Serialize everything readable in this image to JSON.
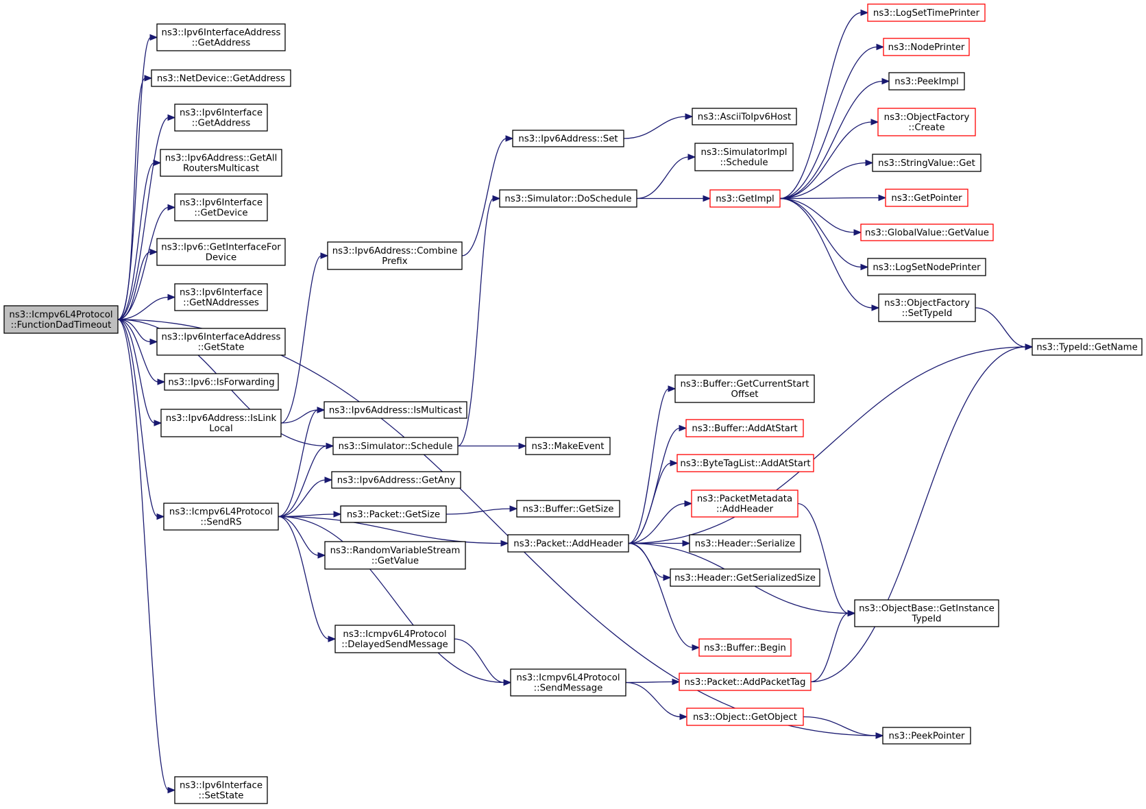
{
  "colors": {
    "edge": "#191970",
    "root_fill": "#bfbfbf",
    "red_border": "#ff0000",
    "black_border": "#000000"
  },
  "nodes": [
    {
      "id": "root",
      "lines": [
        "ns3::Icmpv6L4Protocol",
        "::FunctionDadTimeout"
      ],
      "style": "root"
    },
    {
      "id": "ifaddr_getaddress",
      "lines": [
        "ns3::Ipv6InterfaceAddress",
        "::GetAddress"
      ],
      "style": "black"
    },
    {
      "id": "netdevice_getaddress",
      "lines": [
        "ns3::NetDevice::GetAddress"
      ],
      "style": "black"
    },
    {
      "id": "iface_getaddress",
      "lines": [
        "ns3::Ipv6Interface",
        "::GetAddress"
      ],
      "style": "black"
    },
    {
      "id": "addr_getallrouters",
      "lines": [
        "ns3::Ipv6Address::GetAll",
        "RoutersMulticast"
      ],
      "style": "black"
    },
    {
      "id": "iface_getdevice",
      "lines": [
        "ns3::Ipv6Interface",
        "::GetDevice"
      ],
      "style": "black"
    },
    {
      "id": "ipv6_getinterfacefordevice",
      "lines": [
        "ns3::Ipv6::GetInterfaceFor",
        "Device"
      ],
      "style": "black"
    },
    {
      "id": "iface_getnaddresses",
      "lines": [
        "ns3::Ipv6Interface",
        "::GetNAddresses"
      ],
      "style": "black"
    },
    {
      "id": "ifaddr_getstate",
      "lines": [
        "ns3::Ipv6InterfaceAddress",
        "::GetState"
      ],
      "style": "black"
    },
    {
      "id": "ipv6_isforwarding",
      "lines": [
        "ns3::Ipv6::IsForwarding"
      ],
      "style": "black"
    },
    {
      "id": "addr_islinklocal",
      "lines": [
        "ns3::Ipv6Address::IsLink",
        "Local"
      ],
      "style": "black"
    },
    {
      "id": "icmp_sendrs",
      "lines": [
        "ns3::Icmpv6L4Protocol",
        "::SendRS"
      ],
      "style": "black"
    },
    {
      "id": "iface_setstate",
      "lines": [
        "ns3::Ipv6Interface",
        "::SetState"
      ],
      "style": "black"
    },
    {
      "id": "addr_combineprefix",
      "lines": [
        "ns3::Ipv6Address::Combine",
        "Prefix"
      ],
      "style": "black"
    },
    {
      "id": "addr_ismulticast",
      "lines": [
        "ns3::Ipv6Address::IsMulticast"
      ],
      "style": "black"
    },
    {
      "id": "sim_schedule",
      "lines": [
        "ns3::Simulator::Schedule"
      ],
      "style": "black"
    },
    {
      "id": "addr_getany",
      "lines": [
        "ns3::Ipv6Address::GetAny"
      ],
      "style": "black"
    },
    {
      "id": "packet_getsize",
      "lines": [
        "ns3::Packet::GetSize"
      ],
      "style": "black"
    },
    {
      "id": "rvs_getvalue",
      "lines": [
        "ns3::RandomVariableStream",
        "::GetValue"
      ],
      "style": "black"
    },
    {
      "id": "icmp_delayedsend",
      "lines": [
        "ns3::Icmpv6L4Protocol",
        "::DelayedSendMessage"
      ],
      "style": "black"
    },
    {
      "id": "addr_set",
      "lines": [
        "ns3::Ipv6Address::Set"
      ],
      "style": "black"
    },
    {
      "id": "sim_doschedule",
      "lines": [
        "ns3::Simulator::DoSchedule"
      ],
      "style": "black"
    },
    {
      "id": "makeevent",
      "lines": [
        "ns3::MakeEvent"
      ],
      "style": "black"
    },
    {
      "id": "buffer_getsize",
      "lines": [
        "ns3::Buffer::GetSize"
      ],
      "style": "black"
    },
    {
      "id": "packet_addheader",
      "lines": [
        "ns3::Packet::AddHeader"
      ],
      "style": "black"
    },
    {
      "id": "icmp_sendmessage",
      "lines": [
        "ns3::Icmpv6L4Protocol",
        "::SendMessage"
      ],
      "style": "black"
    },
    {
      "id": "asciitoipv6host",
      "lines": [
        "ns3::AsciiToIpv6Host"
      ],
      "style": "black"
    },
    {
      "id": "simimpl_schedule",
      "lines": [
        "ns3::SimulatorImpl",
        "::Schedule"
      ],
      "style": "black"
    },
    {
      "id": "getimpl",
      "lines": [
        "ns3::GetImpl"
      ],
      "style": "red"
    },
    {
      "id": "buffer_getcurrentstartoffset",
      "lines": [
        "ns3::Buffer::GetCurrentStart",
        "Offset"
      ],
      "style": "black"
    },
    {
      "id": "buffer_addatstart",
      "lines": [
        "ns3::Buffer::AddAtStart"
      ],
      "style": "red"
    },
    {
      "id": "bytetaglist_addatstart",
      "lines": [
        "ns3::ByteTagList::AddAtStart"
      ],
      "style": "red"
    },
    {
      "id": "pktmeta_addheader",
      "lines": [
        "ns3::PacketMetadata",
        "::AddHeader"
      ],
      "style": "red"
    },
    {
      "id": "header_serialize",
      "lines": [
        "ns3::Header::Serialize"
      ],
      "style": "black"
    },
    {
      "id": "header_getserializedsize",
      "lines": [
        "ns3::Header::GetSerializedSize"
      ],
      "style": "black"
    },
    {
      "id": "buffer_begin",
      "lines": [
        "ns3::Buffer::Begin"
      ],
      "style": "red"
    },
    {
      "id": "packet_addpackettag",
      "lines": [
        "ns3::Packet::AddPacketTag"
      ],
      "style": "red"
    },
    {
      "id": "object_getobject",
      "lines": [
        "ns3::Object::GetObject"
      ],
      "style": "red"
    },
    {
      "id": "logsettimeprinter",
      "lines": [
        "ns3::LogSetTimePrinter"
      ],
      "style": "red"
    },
    {
      "id": "nodeprinter",
      "lines": [
        "ns3::NodePrinter"
      ],
      "style": "red"
    },
    {
      "id": "peekimpl",
      "lines": [
        "ns3::PeekImpl"
      ],
      "style": "black"
    },
    {
      "id": "objfactory_create",
      "lines": [
        "ns3::ObjectFactory",
        "::Create"
      ],
      "style": "red"
    },
    {
      "id": "stringvalue_get",
      "lines": [
        "ns3::StringValue::Get"
      ],
      "style": "black"
    },
    {
      "id": "getpointer",
      "lines": [
        "ns3::GetPointer"
      ],
      "style": "red"
    },
    {
      "id": "globalvalue_getvalue",
      "lines": [
        "ns3::GlobalValue::GetValue"
      ],
      "style": "red"
    },
    {
      "id": "logsetnodeprinter",
      "lines": [
        "ns3::LogSetNodePrinter"
      ],
      "style": "black"
    },
    {
      "id": "objfactory_settypeid",
      "lines": [
        "ns3::ObjectFactory",
        "::SetTypeId"
      ],
      "style": "black"
    },
    {
      "id": "typeid_getname",
      "lines": [
        "ns3::TypeId::GetName"
      ],
      "style": "black"
    },
    {
      "id": "objbase_getinstancetypeid",
      "lines": [
        "ns3::ObjectBase::GetInstance",
        "TypeId"
      ],
      "style": "black"
    },
    {
      "id": "peekpointer",
      "lines": [
        "ns3::PeekPointer"
      ],
      "style": "black"
    }
  ],
  "edges": [
    [
      "root",
      "ifaddr_getaddress"
    ],
    [
      "root",
      "netdevice_getaddress"
    ],
    [
      "root",
      "iface_getaddress"
    ],
    [
      "root",
      "addr_getallrouters"
    ],
    [
      "root",
      "iface_getdevice"
    ],
    [
      "root",
      "ipv6_getinterfacefordevice"
    ],
    [
      "root",
      "iface_getnaddresses"
    ],
    [
      "root",
      "ifaddr_getstate"
    ],
    [
      "root",
      "ipv6_isforwarding"
    ],
    [
      "root",
      "addr_islinklocal"
    ],
    [
      "root",
      "sim_schedule"
    ],
    [
      "root",
      "icmp_sendrs"
    ],
    [
      "root",
      "peekpointer"
    ],
    [
      "root",
      "iface_setstate"
    ],
    [
      "addr_islinklocal",
      "addr_combineprefix"
    ],
    [
      "addr_islinklocal",
      "addr_ismulticast"
    ],
    [
      "addr_combineprefix",
      "addr_set"
    ],
    [
      "addr_set",
      "asciitoipv6host"
    ],
    [
      "sim_schedule",
      "sim_doschedule"
    ],
    [
      "sim_schedule",
      "makeevent"
    ],
    [
      "sim_doschedule",
      "simimpl_schedule"
    ],
    [
      "sim_doschedule",
      "getimpl"
    ],
    [
      "icmp_sendrs",
      "addr_ismulticast"
    ],
    [
      "icmp_sendrs",
      "sim_schedule"
    ],
    [
      "icmp_sendrs",
      "addr_getany"
    ],
    [
      "icmp_sendrs",
      "packet_getsize"
    ],
    [
      "icmp_sendrs",
      "rvs_getvalue"
    ],
    [
      "icmp_sendrs",
      "packet_addheader"
    ],
    [
      "icmp_sendrs",
      "icmp_delayedsend"
    ],
    [
      "icmp_sendrs",
      "icmp_sendmessage"
    ],
    [
      "packet_getsize",
      "buffer_getsize"
    ],
    [
      "icmp_delayedsend",
      "icmp_sendmessage"
    ],
    [
      "packet_addheader",
      "typeid_getname"
    ],
    [
      "packet_addheader",
      "buffer_getcurrentstartoffset"
    ],
    [
      "packet_addheader",
      "buffer_addatstart"
    ],
    [
      "packet_addheader",
      "bytetaglist_addatstart"
    ],
    [
      "packet_addheader",
      "pktmeta_addheader"
    ],
    [
      "packet_addheader",
      "header_serialize"
    ],
    [
      "packet_addheader",
      "header_getserializedsize"
    ],
    [
      "packet_addheader",
      "objbase_getinstancetypeid"
    ],
    [
      "packet_addheader",
      "buffer_begin"
    ],
    [
      "icmp_sendmessage",
      "packet_addpackettag"
    ],
    [
      "icmp_sendmessage",
      "object_getobject"
    ],
    [
      "getimpl",
      "logsettimeprinter"
    ],
    [
      "getimpl",
      "nodeprinter"
    ],
    [
      "getimpl",
      "peekimpl"
    ],
    [
      "getimpl",
      "objfactory_create"
    ],
    [
      "getimpl",
      "stringvalue_get"
    ],
    [
      "getimpl",
      "getpointer"
    ],
    [
      "getimpl",
      "globalvalue_getvalue"
    ],
    [
      "getimpl",
      "logsetnodeprinter"
    ],
    [
      "getimpl",
      "objfactory_settypeid"
    ],
    [
      "objfactory_settypeid",
      "typeid_getname"
    ],
    [
      "pktmeta_addheader",
      "objbase_getinstancetypeid"
    ],
    [
      "packet_addpackettag",
      "objbase_getinstancetypeid"
    ],
    [
      "packet_addpackettag",
      "typeid_getname"
    ],
    [
      "object_getobject",
      "peekpointer"
    ]
  ]
}
